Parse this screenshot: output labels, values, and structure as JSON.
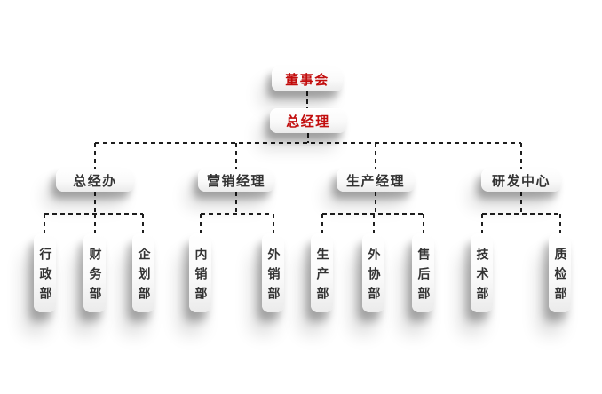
{
  "org": {
    "colors": {
      "executive_text": "#c20d0d",
      "department_text": "#333333",
      "connector": "#1f1f1f"
    },
    "level1": {
      "label": "董事会"
    },
    "level2": {
      "label": "总经理"
    },
    "branches": [
      {
        "label": "总经办",
        "children": [
          "行政部",
          "财务部",
          "企划部"
        ]
      },
      {
        "label": "营销经理",
        "children": [
          "内销部",
          "外销部"
        ]
      },
      {
        "label": "生产经理",
        "children": [
          "生产部",
          "外协部",
          "售后部"
        ]
      },
      {
        "label": "研发中心",
        "children": [
          "技术部",
          "质检部"
        ]
      }
    ]
  }
}
